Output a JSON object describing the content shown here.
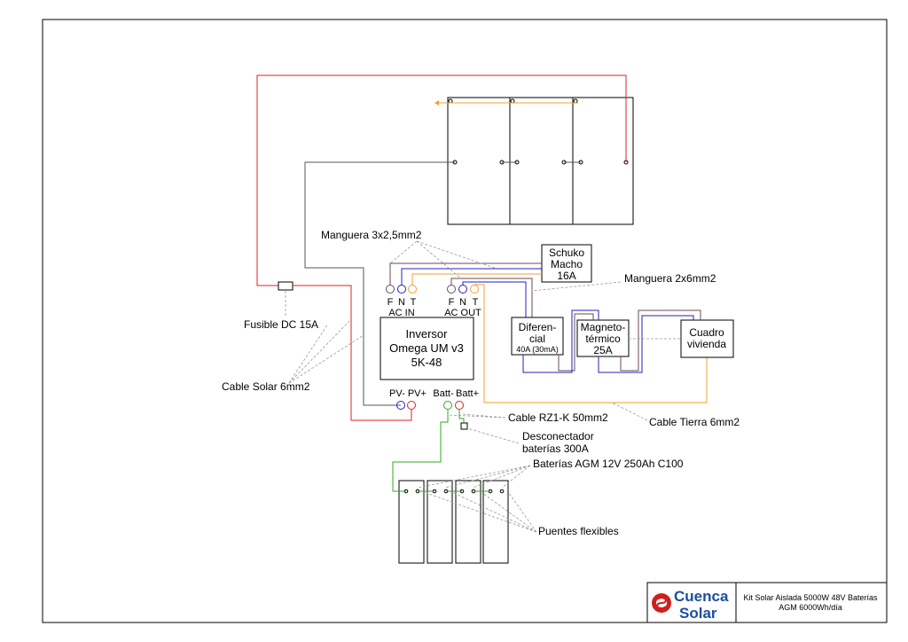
{
  "labels": {
    "manguera_3x": "Manguera 3x2,5mm2",
    "manguera_2x": "Manguera 2x6mm2",
    "schuko_1": "Schuko",
    "schuko_2": "Macho",
    "schuko_3": "16A",
    "fusible": "Fusible DC 15A",
    "cable_solar": "Cable Solar 6mm2",
    "ac_in_f": "F",
    "ac_in_n": "N",
    "ac_in_t": "T",
    "ac_in": "AC IN",
    "ac_out_f": "F",
    "ac_out_n": "N",
    "ac_out_t": "T",
    "ac_out": "AC OUT",
    "inversor_1": "Inversor",
    "inversor_2": "Omega UM v3",
    "inversor_3": "5K-48",
    "pv_terms": "PV- PV+",
    "batt_minus": "Batt-",
    "batt_plus": "Batt+",
    "diferencial_1": "Diferen-",
    "diferencial_2": "cial",
    "diferencial_3": "40A (30mA)",
    "magneto_1": "Magneto-",
    "magneto_2": "térmico",
    "magneto_3": "25A",
    "cuadro_1": "Cuadro",
    "cuadro_2": "vivienda",
    "cable_rz1k": "Cable RZ1-K 50mm2",
    "cable_tierra": "Cable Tierra 6mm2",
    "desconectador_1": "Desconectador",
    "desconectador_2": "baterías 300A",
    "baterias": "Baterías AGM 12V 250Ah C100",
    "puentes": "Puentes flexibles",
    "logo_line1": "Cuenca",
    "logo_line2": "Solar",
    "kit_line1": "Kit Solar Aislada 5000W 48V Baterías",
    "kit_line2": "AGM 6000Wh/día"
  },
  "colors": {
    "positive": "#e02020",
    "negative": "#555555",
    "neutral": "#2020c0",
    "phase": "#6b4a5a",
    "earth": "#f0a030",
    "battery": "#33aa22",
    "logo_red": "#d11f1f",
    "logo_blue": "#1b4fa0"
  }
}
